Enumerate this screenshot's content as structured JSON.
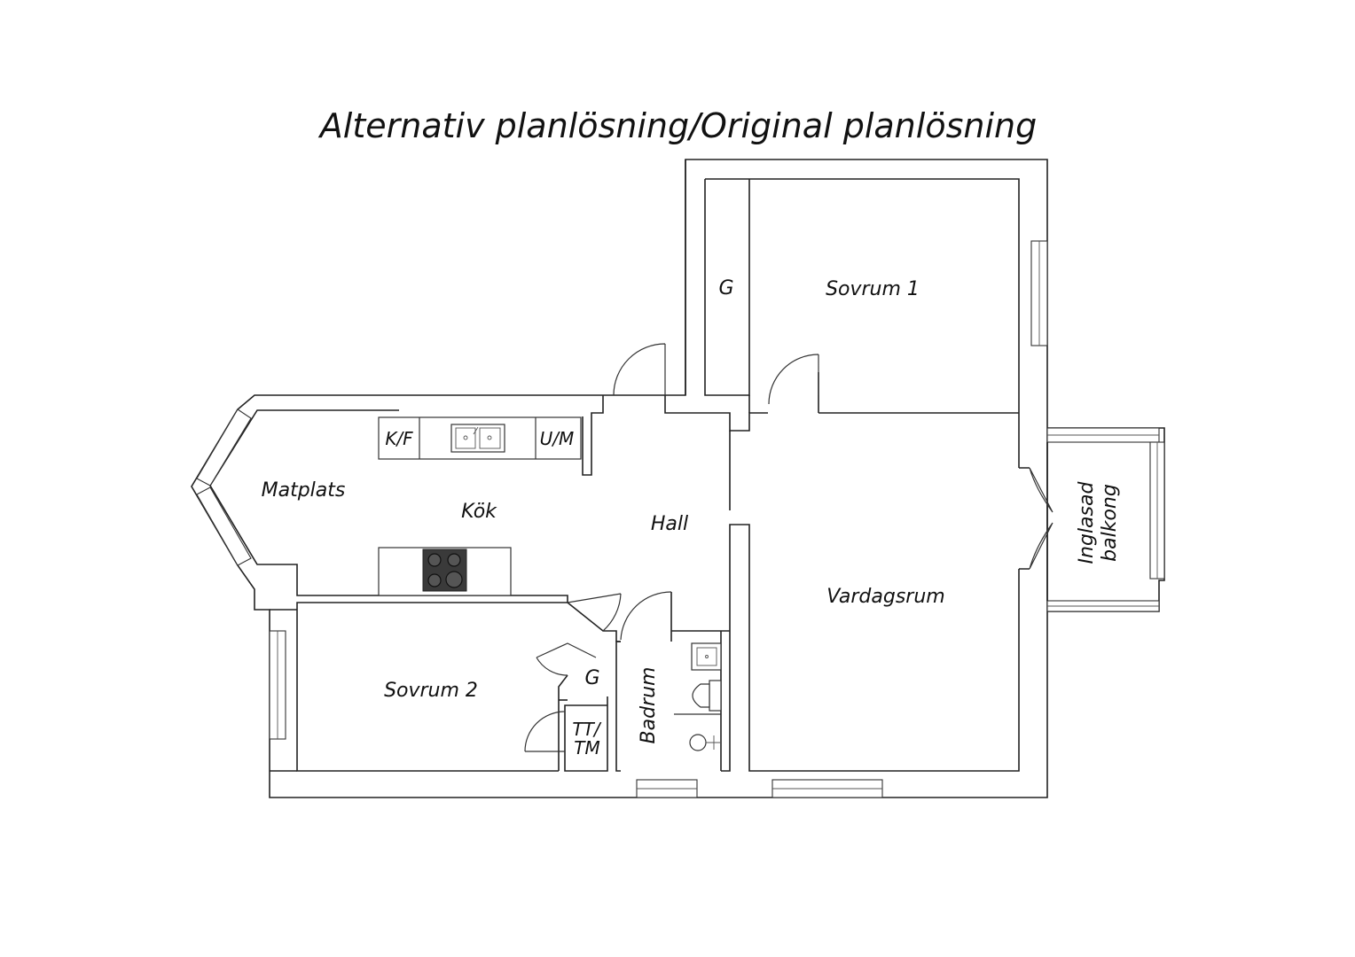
{
  "title": "Alternativ planlösning/Original planlösning",
  "rooms": {
    "sovrum1": "Sovrum 1",
    "sovrum2": "Sovrum 2",
    "vardagsrum": "Vardagsrum",
    "hall": "Hall",
    "kok": "Kök",
    "matplats": "Matplats",
    "badrum": "Badrum",
    "balkong_line1": "Inglasad",
    "balkong_line2": "balkong"
  },
  "fixtures": {
    "garderob_1": "G",
    "garderob_2": "G",
    "kyl_frys": "K/F",
    "diskmaskin_mikro": "U/M",
    "tvattmaskin_line1": "TT/",
    "tvattmaskin_line2": "TM"
  },
  "colors": {
    "line": "#222222",
    "text": "#111111",
    "stove": "#3a3a3a",
    "background": "#ffffff"
  }
}
